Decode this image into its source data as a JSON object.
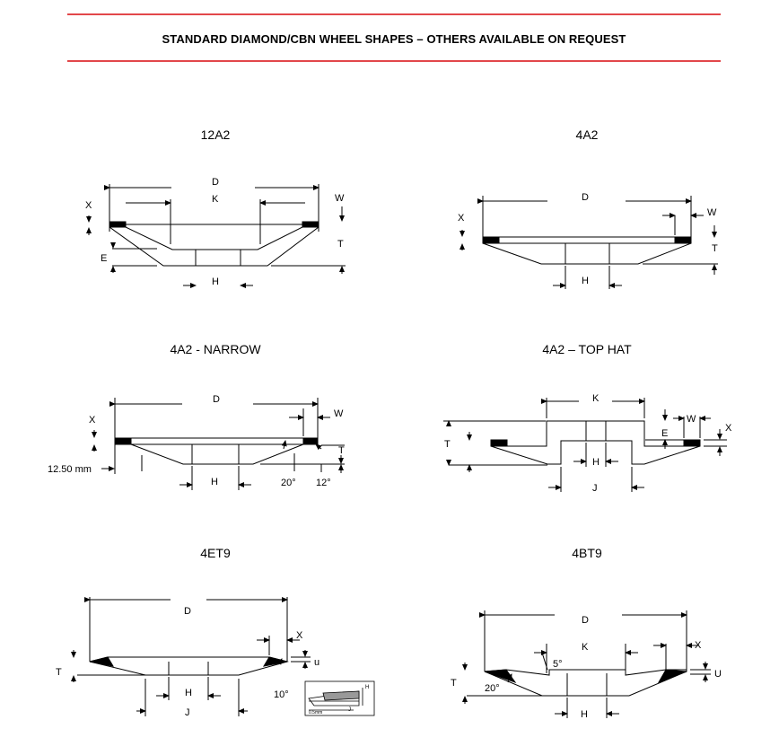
{
  "header": {
    "title": "STANDARD DIAMOND/CBN WHEEL SHAPES – OTHERS AVAILABLE ON REQUEST"
  },
  "colors": {
    "rule": "#e2474a",
    "line": "#000000"
  },
  "shapes": {
    "s12a2": {
      "title": "12A2",
      "D": "D",
      "K": "K",
      "W": "W",
      "X": "X",
      "T": "T",
      "E": "E",
      "H": "H"
    },
    "s4a2": {
      "title": "4A2",
      "D": "D",
      "W": "W",
      "X": "X",
      "T": "T",
      "H": "H"
    },
    "s4a2n": {
      "title": "4A2 - NARROW",
      "D": "D",
      "W": "W",
      "X": "X",
      "T": "T",
      "H": "H",
      "dim": "12.50 mm",
      "a20": "20°",
      "a12": "12°"
    },
    "s4a2t": {
      "title": "4A2 – TOP HAT",
      "K": "K",
      "W": "W",
      "X": "X",
      "T": "T",
      "E": "E",
      "H": "H",
      "J": "J"
    },
    "s4et9": {
      "title": "4ET9",
      "D": "D",
      "X": "X",
      "u": "u",
      "T": "T",
      "H": "H",
      "J": "J",
      "a10": "10°",
      "inH": "H",
      "inJ": "J",
      "in05": "0.5mm"
    },
    "s4bt9": {
      "title": "4BT9",
      "D": "D",
      "K": "K",
      "X": "X",
      "U": "U",
      "T": "T",
      "H": "H",
      "a5": "5°",
      "a20": "20°"
    }
  }
}
